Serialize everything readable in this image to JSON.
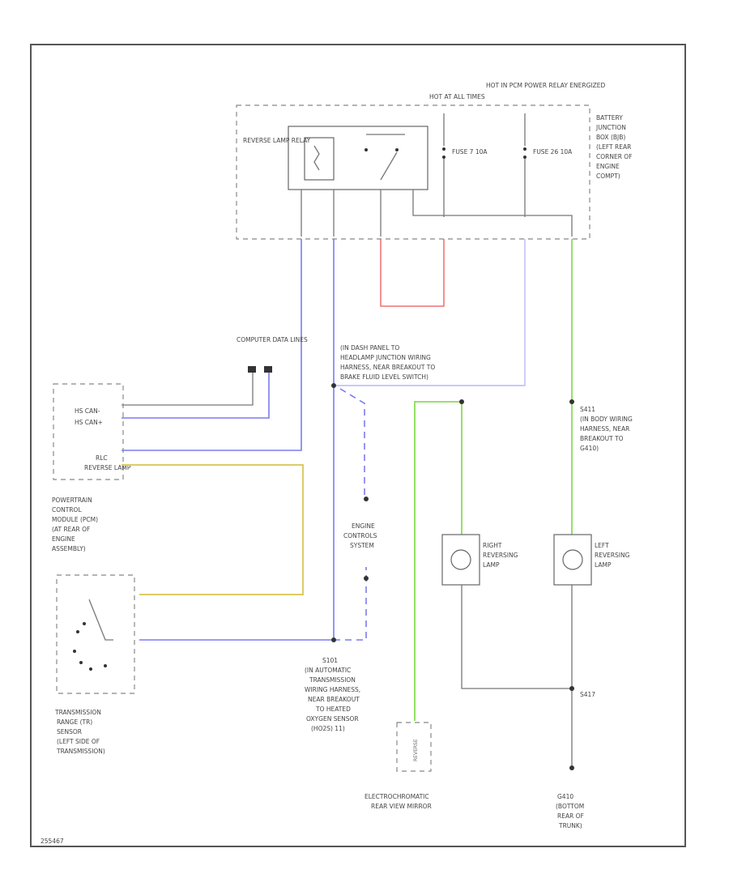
{
  "relay_box": {
    "hot_at_all_times": "HOT AT ALL TIMES",
    "hot_in_pcm": "HOT IN PCM POWER RELAY ENERGIZED",
    "relay_label": "REVERSE LAMP RELAY",
    "fuse_7": "FUSE 7 10A",
    "fuse_26": "FUSE 26 10A",
    "bjb_label": [
      "BATTERY",
      "JUNCTION",
      "BOX (BJB)",
      "(LEFT REAR",
      "CORNER OF",
      "ENGINE",
      "COMPT)"
    ]
  },
  "splice_panel": [
    "(IN DASH PANEL TO",
    "HEADLAMP JUNCTION WIRING",
    "HARNESS, NEAR BREAKOUT TO",
    "BRAKE FLUID LEVEL SWITCH)"
  ],
  "dlc": "COMPUTER DATA LINES",
  "pcm": {
    "pins": [
      "HS CAN-",
      "HS CAN+",
      "RLC",
      "REVERSE LAMP"
    ],
    "label": [
      "POWERTRAIN",
      "CONTROL",
      "MODULE (PCM)",
      "(AT REAR OF",
      "ENGINE",
      "ASSEMBLY)"
    ]
  },
  "engine_controls": [
    "ENGINE",
    "CONTROLS",
    "SYSTEM"
  ],
  "tr_sensor": [
    "TRANSMISSION",
    "RANGE (TR)",
    "SENSOR",
    "(LEFT SIDE OF",
    "TRANSMISSION)"
  ],
  "splice_trans": [
    "S101",
    "(IN AUTOMATIC",
    "TRANSMISSION",
    "WIRING HARNESS,",
    "NEAR BREAKOUT",
    "TO HEATED",
    "OXYGEN SENSOR",
    "(HO2S) 11)"
  ],
  "s411": [
    "S411",
    "(IN BODY WIRING",
    "HARNESS, NEAR",
    "BREAKOUT TO",
    "G410)"
  ],
  "right_lamp": [
    "RIGHT",
    "REVERSING",
    "LAMP"
  ],
  "left_lamp": [
    "LEFT",
    "REVERSING",
    "LAMP"
  ],
  "s417": "S417",
  "mirror": [
    "ELECTROCHROMATIC",
    "REAR VIEW MIRROR"
  ],
  "mirror_inner": "REVERSE",
  "ground": [
    "G410",
    "(BOTTOM",
    "REAR OF",
    "TRUNK)"
  ],
  "footer": "255467"
}
